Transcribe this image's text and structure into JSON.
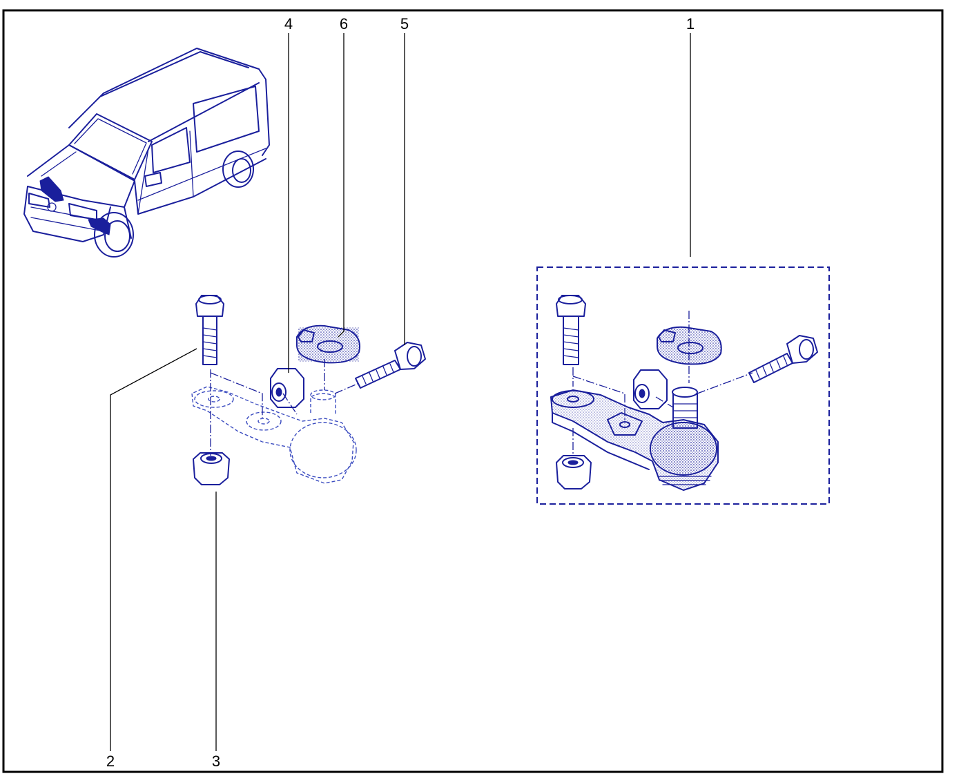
{
  "diagram": {
    "callouts": [
      {
        "id": "1",
        "label": "1"
      },
      {
        "id": "2",
        "label": "2"
      },
      {
        "id": "3",
        "label": "3"
      },
      {
        "id": "4",
        "label": "4"
      },
      {
        "id": "5",
        "label": "5"
      },
      {
        "id": "6",
        "label": "6"
      }
    ]
  },
  "colors": {
    "ink": "#1a1f9c",
    "frame": "#000000",
    "background": "#ffffff"
  },
  "icons": {
    "vehicle": "van-illustration",
    "kit": "ball-joint-kit",
    "exploded": "ball-joint-exploded"
  }
}
